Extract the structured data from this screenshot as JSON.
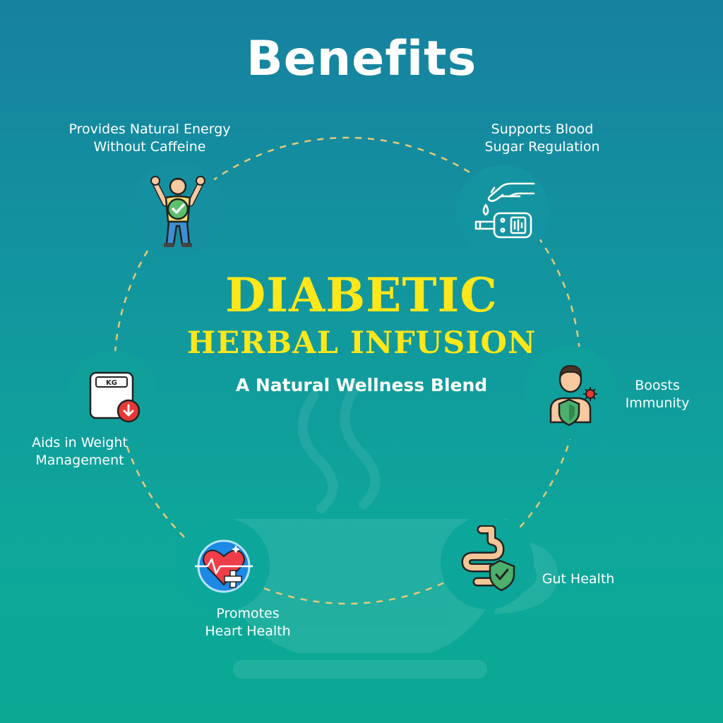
{
  "header": {
    "title": "Benefits"
  },
  "product": {
    "name_line1": "DIABETIC",
    "name_line2": "HERBAL INFUSION",
    "tagline": "A Natural Wellness Blend"
  },
  "benefits": [
    {
      "line1": "Provides Natural Energy",
      "line2": "Without Caffeine",
      "icon": "energetic-person-icon"
    },
    {
      "line1": "Supports Blood",
      "line2": "Sugar Regulation",
      "icon": "glucose-meter-icon"
    },
    {
      "line1": "Boosts",
      "line2": "Immunity",
      "icon": "immunity-shield-person-icon"
    },
    {
      "line1": "Gut Health",
      "line2": "",
      "icon": "intestine-shield-icon"
    },
    {
      "line1": "Promotes",
      "line2": "Heart Health",
      "icon": "heart-health-icon"
    },
    {
      "line1": "Aids in Weight",
      "line2": "Management",
      "icon": "weight-scale-icon"
    }
  ],
  "colors": {
    "background_top": "#1781a0",
    "background_bottom": "#0aa994",
    "title": "#ffffff",
    "product_name": "#ffe71a",
    "dashed_circle": "#e6c97a"
  }
}
